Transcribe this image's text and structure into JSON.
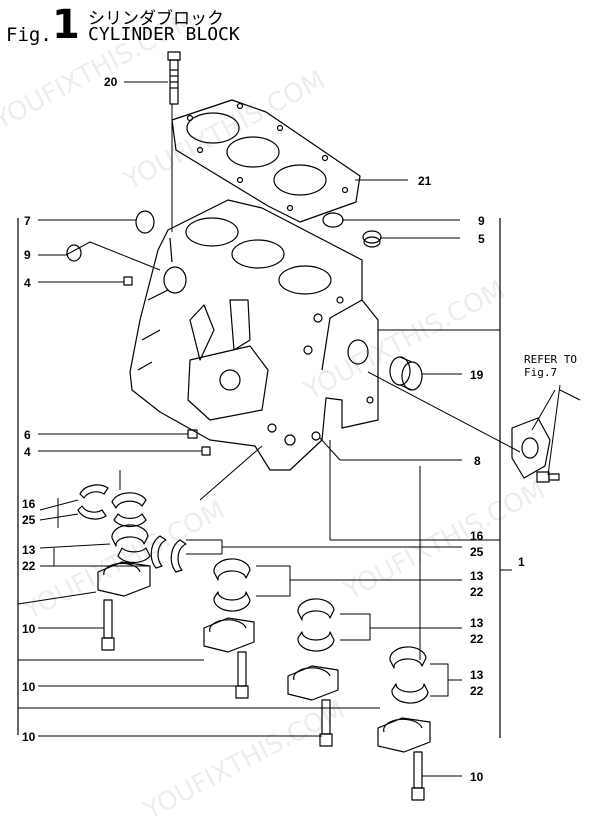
{
  "header": {
    "fig_word": "Fig.",
    "fig_number": "1",
    "title_jp": "シリンダブロック",
    "title_en": "CYLINDER BLOCK"
  },
  "reference": {
    "line1": "REFER TO",
    "line2": "Fig.7"
  },
  "watermark": "YOUFIXTHIS.COM",
  "callouts": {
    "c20": "20",
    "c21": "21",
    "c7": "7",
    "c9l": "9",
    "c9r": "9",
    "c5": "5",
    "c4a": "4",
    "c19": "19",
    "c6": "6",
    "c4b": "4",
    "c8": "8",
    "c16l": "16",
    "c25l": "25",
    "c13l": "13",
    "c22l": "22",
    "c16r": "16",
    "c25r": "25",
    "c1": "1",
    "c13r1": "13",
    "c22r1": "22",
    "c13r2": "13",
    "c22r2": "22",
    "c13r3": "13",
    "c22r3": "22",
    "c10a": "10",
    "c10b": "10",
    "c10c": "10",
    "c10d": "10"
  }
}
